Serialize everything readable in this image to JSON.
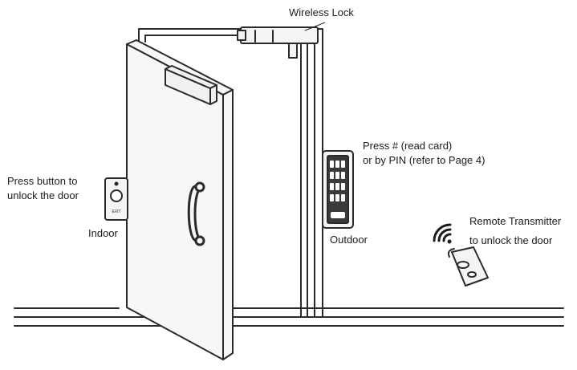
{
  "labels": {
    "wireless_lock": "Wireless Lock",
    "press_read_line1": "Press # (read card)",
    "press_read_line2": "or by PIN (refer to Page 4)",
    "indoor_note_line1": "Press button to",
    "indoor_note_line2": "unlock the door",
    "indoor": "Indoor",
    "outdoor": "Outdoor",
    "remote_line1": "Remote Transmitter",
    "remote_line2": "to unlock the door",
    "exit_button_text": "EXIT"
  },
  "icons": {
    "wifi": "wifi-icon"
  },
  "colors": {
    "line": "#2a2a2a",
    "fill_light": "#f4f4f4",
    "fill_dark": "#3a3a3a"
  }
}
